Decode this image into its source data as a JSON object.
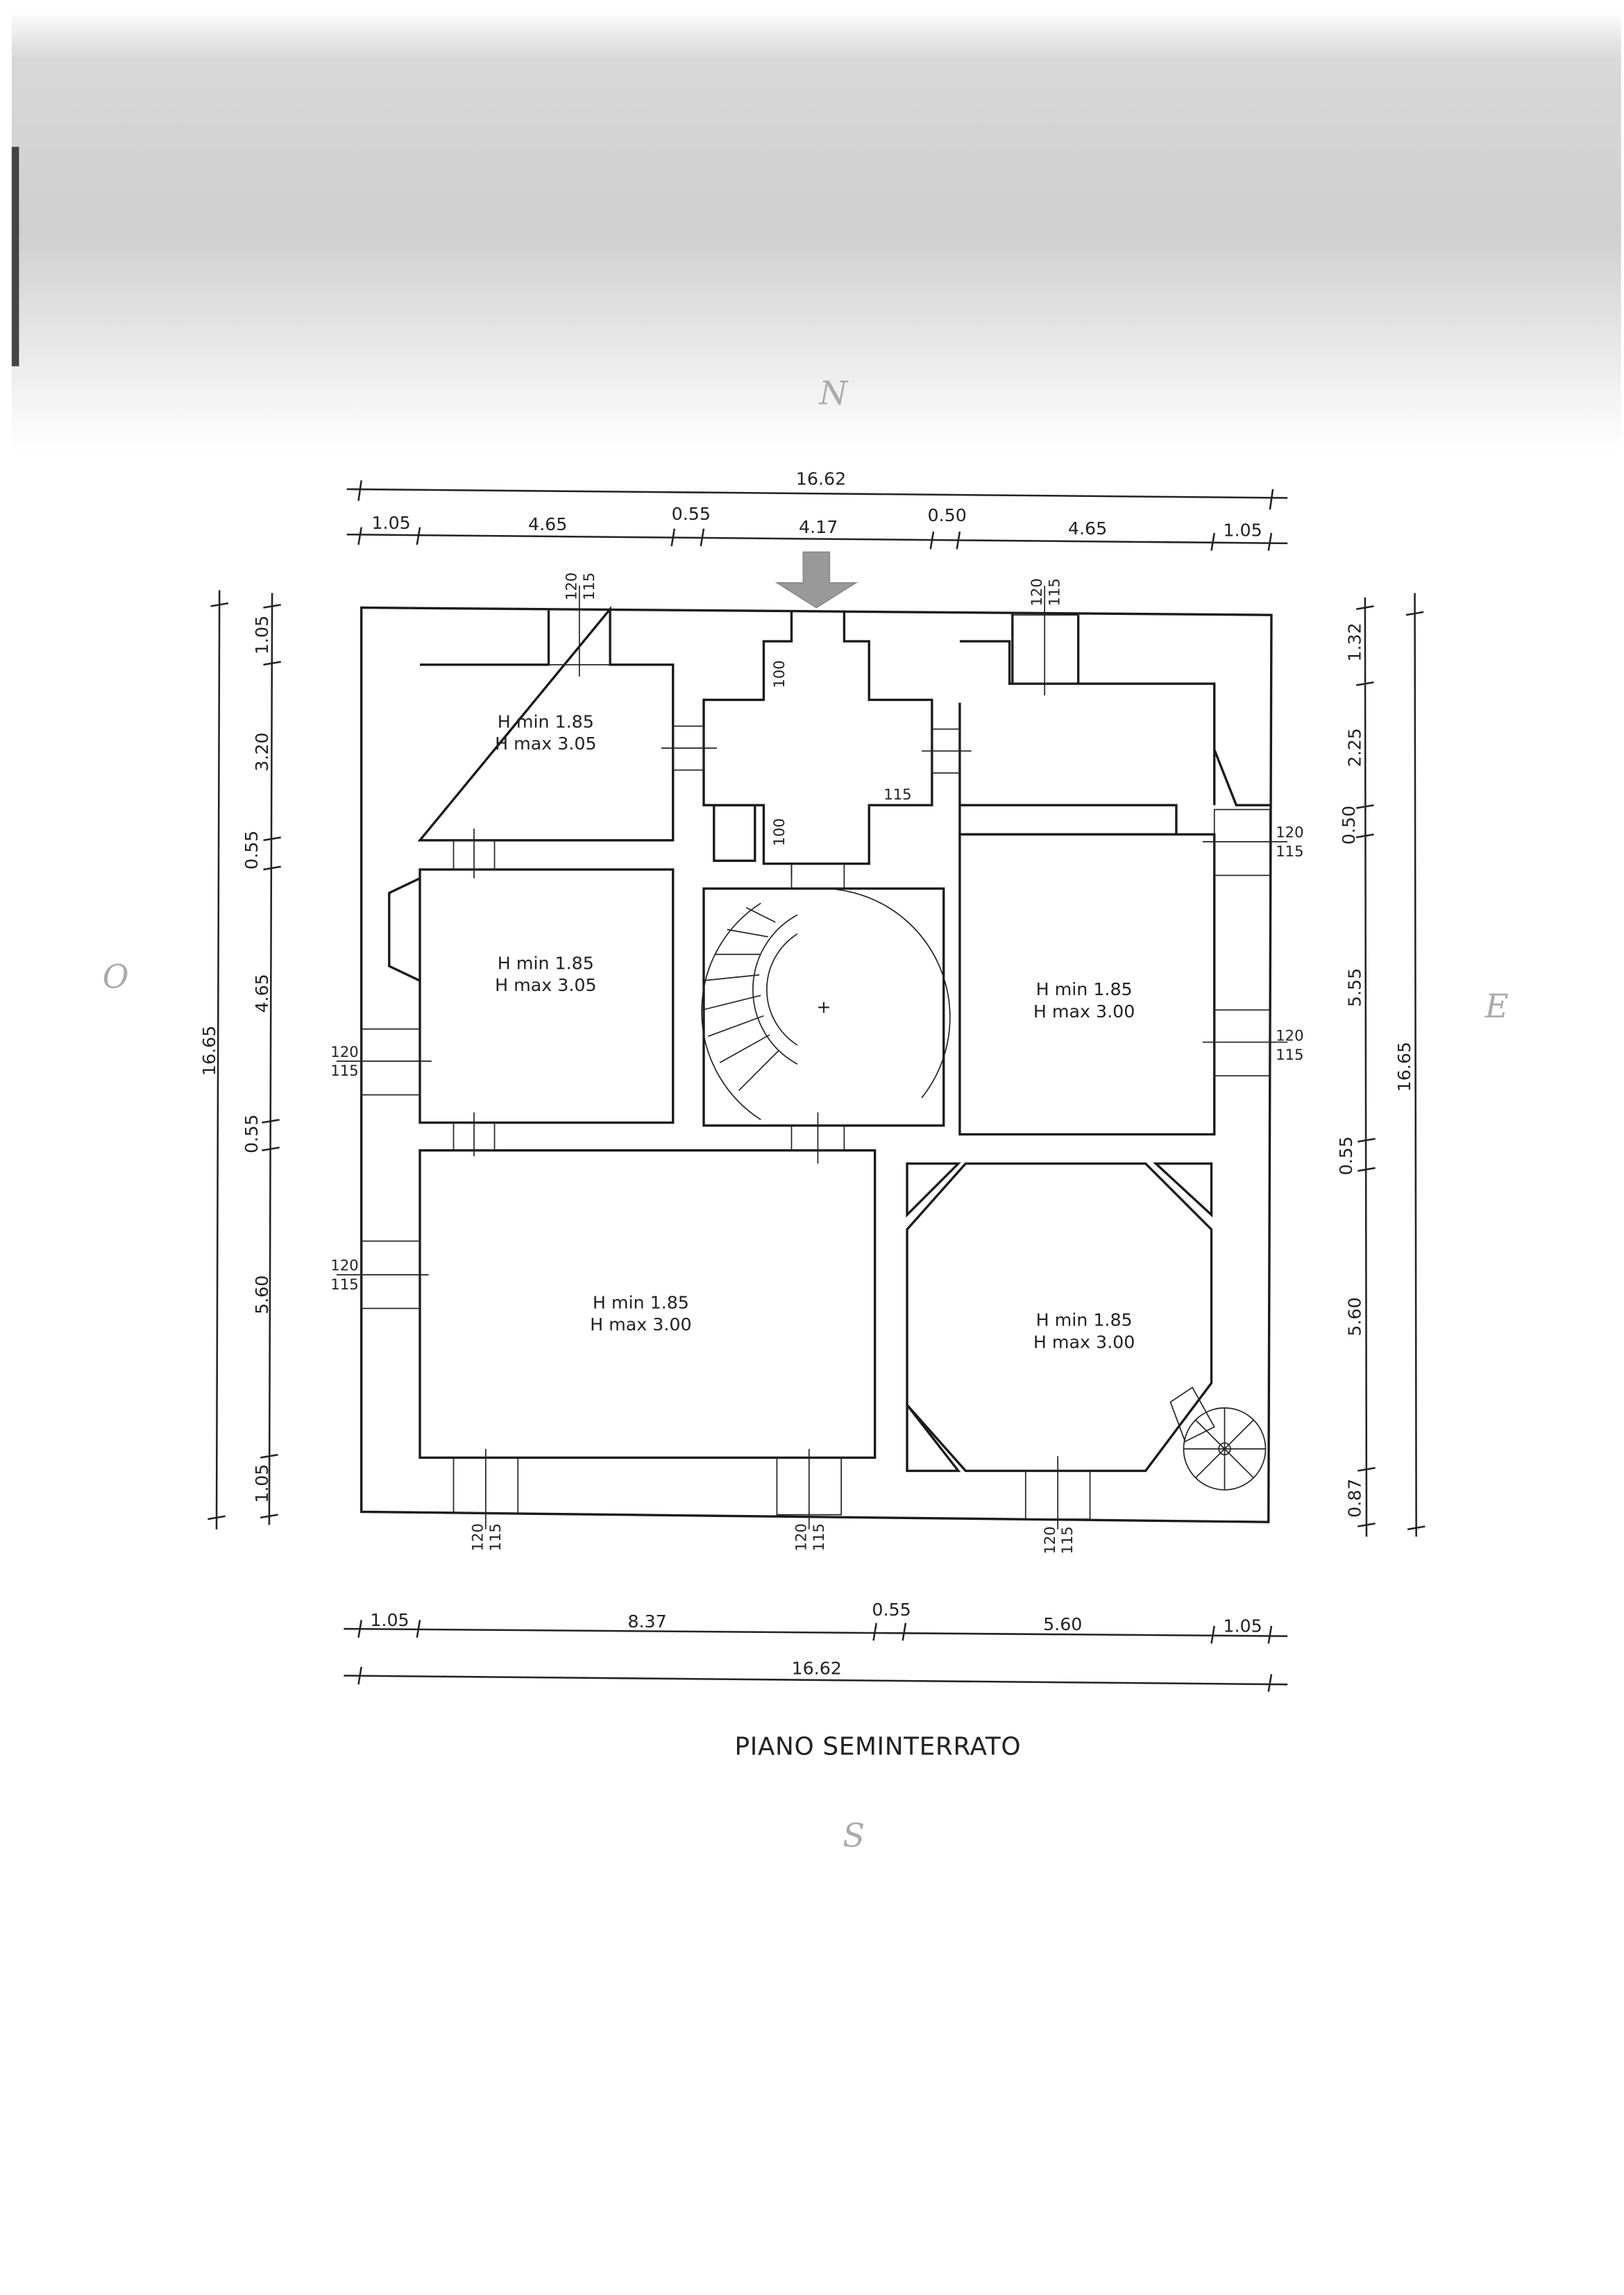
{
  "title": "PIANO SEMINTERRATO",
  "compass": {
    "north": "N",
    "west": "O",
    "east": "E",
    "south": "S"
  },
  "dimensions": {
    "top_total": "16.62",
    "top_segments": [
      "1.05",
      "4.65",
      "0.55",
      "4.17",
      "0.50",
      "4.65",
      "1.05"
    ],
    "bottom_total": "16.62",
    "bottom_segments": [
      "1.05",
      "8.37",
      "0.55",
      "5.60",
      "1.05"
    ],
    "left_total": "16.65",
    "left_segments": [
      "1.05",
      "3.20",
      "0.55",
      "4.65",
      "0.55",
      "5.60",
      "1.05"
    ],
    "right_total": "16.65",
    "right_segments": [
      "1.32",
      "2.25",
      "0.50",
      "5.55",
      "0.55",
      "5.60",
      "0.87"
    ]
  },
  "rooms": [
    {
      "hmin": "H min 1.85",
      "hmax": "H max 3.05"
    },
    {
      "hmin": "H min 1.85",
      "hmax": "H max 3.05"
    },
    {
      "hmin": "H min 1.85",
      "hmax": "H max 3.00"
    },
    {
      "hmin": "H min 1.85",
      "hmax": "H max 3.00"
    },
    {
      "hmin": "H min 1.85",
      "hmax": "H max 3.00"
    }
  ],
  "window": {
    "h": "120",
    "w": "115"
  },
  "door_labels": {
    "a": "100",
    "b": "100",
    "c": "115"
  }
}
